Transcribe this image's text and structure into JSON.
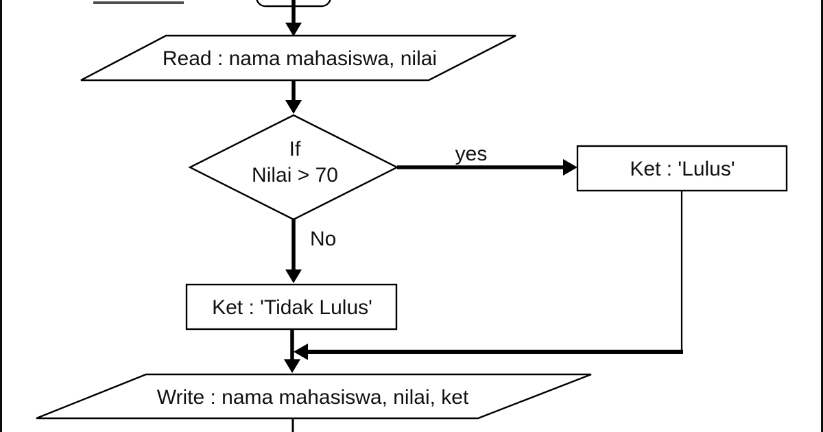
{
  "diagram": {
    "type": "flowchart",
    "background_color": "#ffffff",
    "line_color": "#000000",
    "text_color": "#111111",
    "cropped_title_underline_color": "#4f4f4f",
    "nodes": [
      {
        "id": "start-terminator",
        "shape": "terminator",
        "label": ""
      },
      {
        "id": "read-input",
        "shape": "parallelogram",
        "label": "Read : nama mahasiswa, nilai"
      },
      {
        "id": "decision-nilai",
        "shape": "diamond",
        "label_line1": "If",
        "label_line2": "Nilai > 70"
      },
      {
        "id": "ket-lulus",
        "shape": "rectangle",
        "label": "Ket : 'Lulus'"
      },
      {
        "id": "ket-tidak-lulus",
        "shape": "rectangle",
        "label": "Ket : 'Tidak Lulus'"
      },
      {
        "id": "write-output",
        "shape": "parallelogram",
        "label": "Write : nama mahasiswa, nilai, ket"
      }
    ],
    "edges": [
      {
        "from": "start-terminator",
        "to": "read-input",
        "label": ""
      },
      {
        "from": "read-input",
        "to": "decision-nilai",
        "label": ""
      },
      {
        "from": "decision-nilai",
        "to": "ket-lulus",
        "label": "yes"
      },
      {
        "from": "decision-nilai",
        "to": "ket-tidak-lulus",
        "label": "No"
      },
      {
        "from": "ket-lulus",
        "to": "merge-junction",
        "label": ""
      },
      {
        "from": "ket-tidak-lulus",
        "to": "write-output",
        "label": ""
      },
      {
        "from": "write-output",
        "to": "off-screen-bottom",
        "label": ""
      }
    ]
  }
}
